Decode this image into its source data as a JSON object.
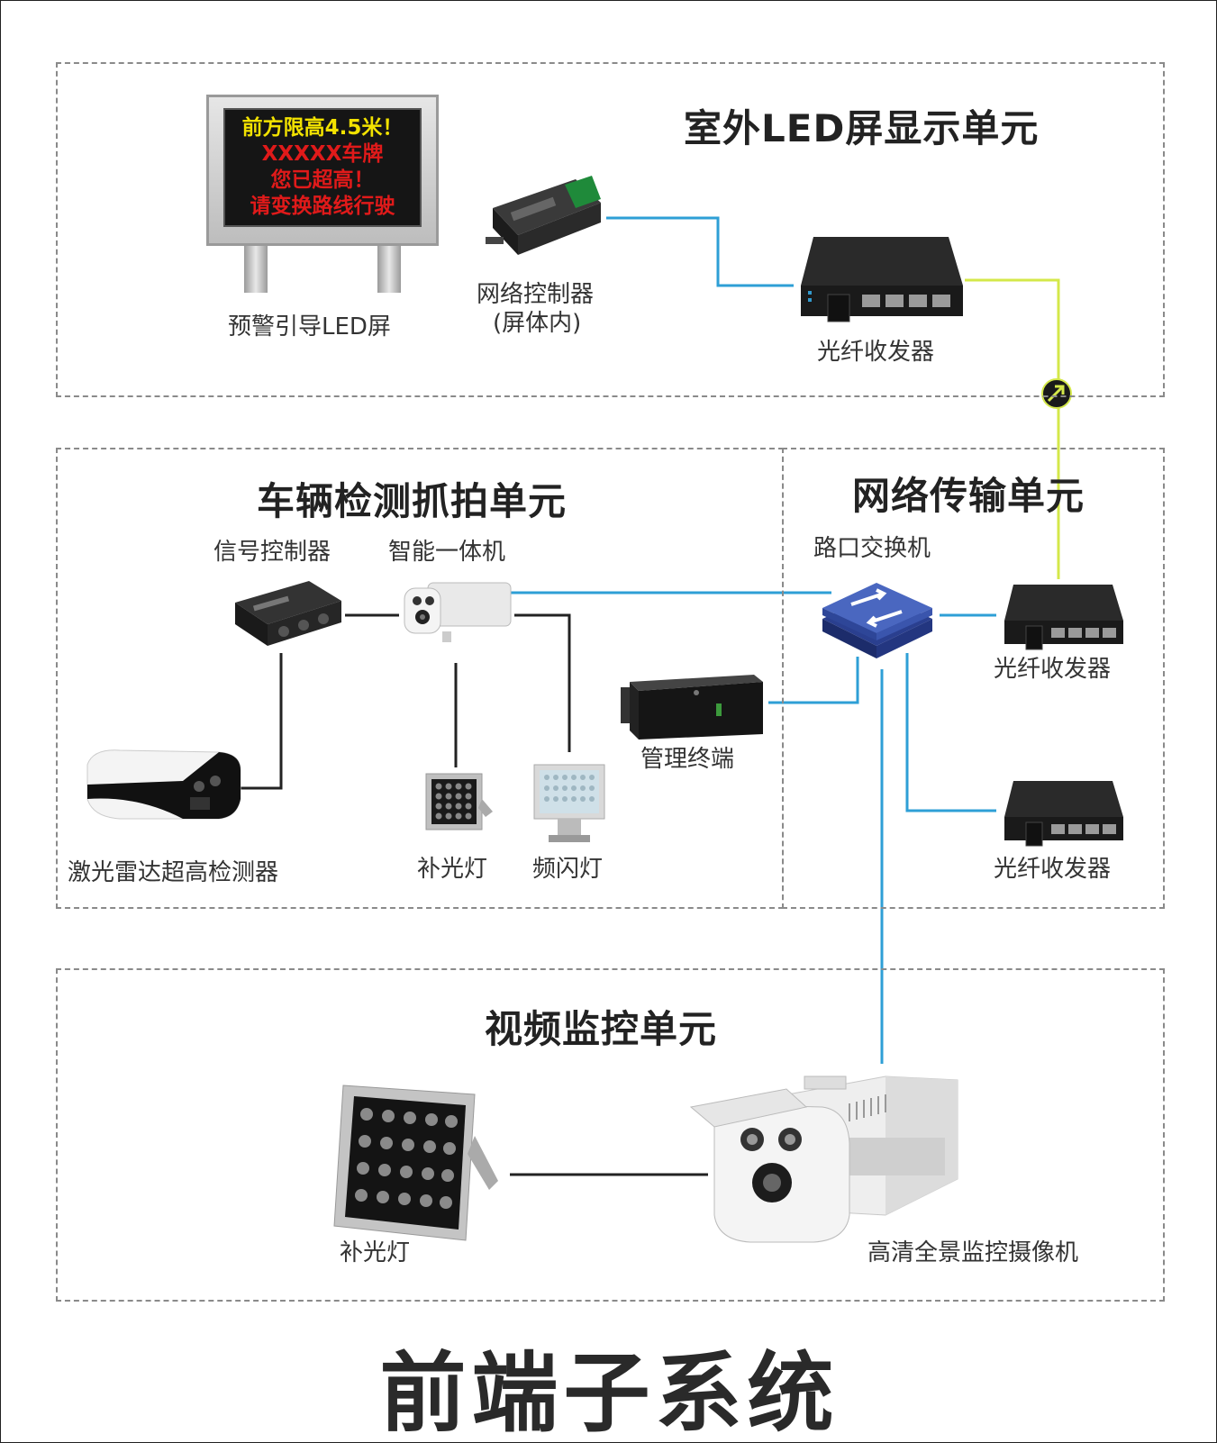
{
  "units": {
    "led": {
      "title": "室外LED屏显示单元"
    },
    "detect": {
      "title": "车辆检测抓拍单元"
    },
    "network": {
      "title": "网络传输单元"
    },
    "video": {
      "title": "视频监控单元"
    }
  },
  "led_screen": {
    "lines": [
      "前方限高4.5米！",
      "XXXXX车牌",
      "您已超高！",
      "请变换路线行驶"
    ],
    "line_colors": [
      "#f2e200",
      "#e01a1a",
      "#e01a1a",
      "#e01a1a"
    ]
  },
  "labels": {
    "led_screen": "预警引导LED屏",
    "net_controller": "网络控制器",
    "net_controller_sub": "(屏体内)",
    "fiber_top": "光纤收发器",
    "signal_controller": "信号控制器",
    "smart_camera": "智能一体机",
    "laser_radar": "激光雷达超高检测器",
    "fill_light_small": "补光灯",
    "strobe_light": "频闪灯",
    "management_terminal": "管理终端",
    "switch": "路口交换机",
    "fiber_mid": "光纤收发器",
    "fiber_bottom": "光纤收发器",
    "fill_light_big": "补光灯",
    "hd_camera": "高清全景监控摄像机"
  },
  "main_title": "前端子系统",
  "colors": {
    "network_link": "#2e9fd6",
    "fiber_link": "#d4e84a",
    "local_link": "#222222"
  },
  "icons": [
    "led-screen-icon",
    "controller-box-icon",
    "fiber-transceiver-icon",
    "switch-icon",
    "bullet-camera-icon",
    "fill-light-icon",
    "strobe-light-icon",
    "server-icon",
    "fiber-connector-icon"
  ]
}
